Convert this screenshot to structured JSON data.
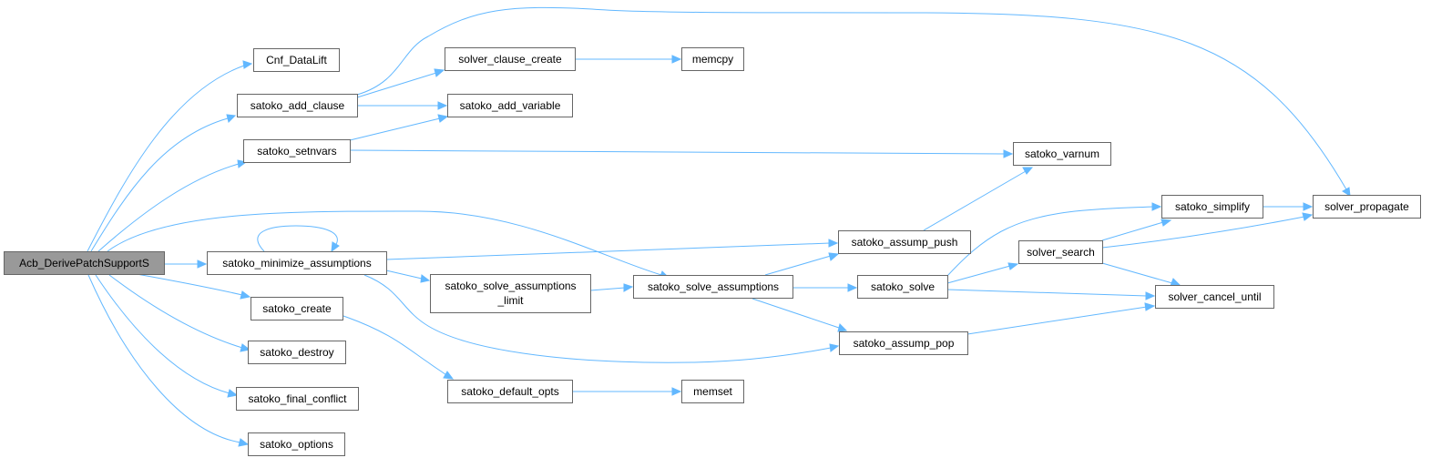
{
  "title": "Acb_DerivePatchSupportS call graph",
  "colors": {
    "edge": "#63b8ff",
    "root_fill": "#999999",
    "node_border": "#666666"
  },
  "nodes": {
    "root": {
      "label": "Acb_DerivePatchSupportS"
    },
    "cnf_datalift": {
      "label": "Cnf_DataLift"
    },
    "add_clause": {
      "label": "satoko_add_clause"
    },
    "setnvars": {
      "label": "satoko_setnvars"
    },
    "minimize": {
      "label": "satoko_minimize_assumptions"
    },
    "create": {
      "label": "satoko_create"
    },
    "destroy": {
      "label": "satoko_destroy"
    },
    "final_conflict": {
      "label": "satoko_final_conflict"
    },
    "options": {
      "label": "satoko_options"
    },
    "clause_create": {
      "label": "solver_clause_create"
    },
    "add_variable": {
      "label": "satoko_add_variable"
    },
    "memcpy": {
      "label": "memcpy"
    },
    "varnum": {
      "label": "satoko_varnum"
    },
    "sal_line1": {
      "label": "satoko_solve_assumptions"
    },
    "sal_line2": {
      "label": "_limit"
    },
    "solve_assumptions": {
      "label": "satoko_solve_assumptions"
    },
    "assump_push": {
      "label": "satoko_assump_push"
    },
    "assump_pop": {
      "label": "satoko_assump_pop"
    },
    "solve": {
      "label": "satoko_solve"
    },
    "default_opts": {
      "label": "satoko_default_opts"
    },
    "memset": {
      "label": "memset"
    },
    "simplify": {
      "label": "satoko_simplify"
    },
    "search": {
      "label": "solver_search"
    },
    "cancel_until": {
      "label": "solver_cancel_until"
    },
    "propagate": {
      "label": "solver_propagate"
    }
  }
}
